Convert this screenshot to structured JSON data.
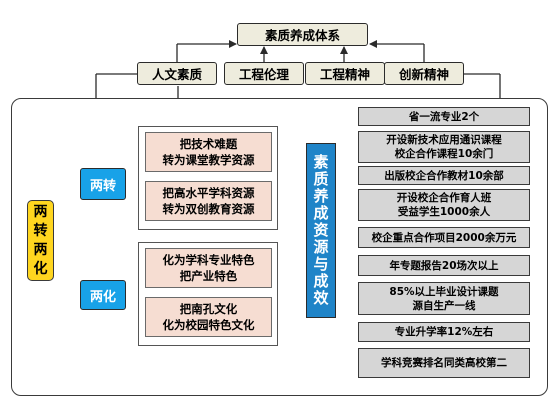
{
  "top": {
    "title": "素质养成体系",
    "branches": [
      "人文素质",
      "工程伦理",
      "工程精神",
      "创新精神"
    ]
  },
  "panel": {
    "root": "两\n转\n两\n化",
    "branches": [
      "两转",
      "两化"
    ],
    "zhuan_items": [
      "把技术难题\n转为课堂教学资源",
      "把高水平学科资源\n转为双创教育资源"
    ],
    "hua_items": [
      "化为学科专业特色\n把产业特色",
      "把南孔文化\n化为校园特色文化"
    ],
    "center": "素\n质\n养\n成\n资\n源\n与\n成\n效",
    "results": [
      "省一流专业2个",
      "开设新技术应用通识课程\n校企合作课程10余门",
      "出版校企合作教材10余部",
      "开设校企合作育人班\n受益学生1000余人",
      "校企重点合作项目2000余万元",
      "年专题报告20场次以上",
      "85%以上毕业设计课题\n源自生产一线",
      "专业升学率12%左右",
      "学科竞赛排名同类高校第二"
    ]
  },
  "colors": {
    "root_fill": "#ffd61f",
    "branch_fill": "#18a2e8",
    "item_fill": "#f6ddd2",
    "center_fill": "#1f84c8",
    "result_fill": "#d6d6d6",
    "top_fill": "#eeecdd"
  }
}
